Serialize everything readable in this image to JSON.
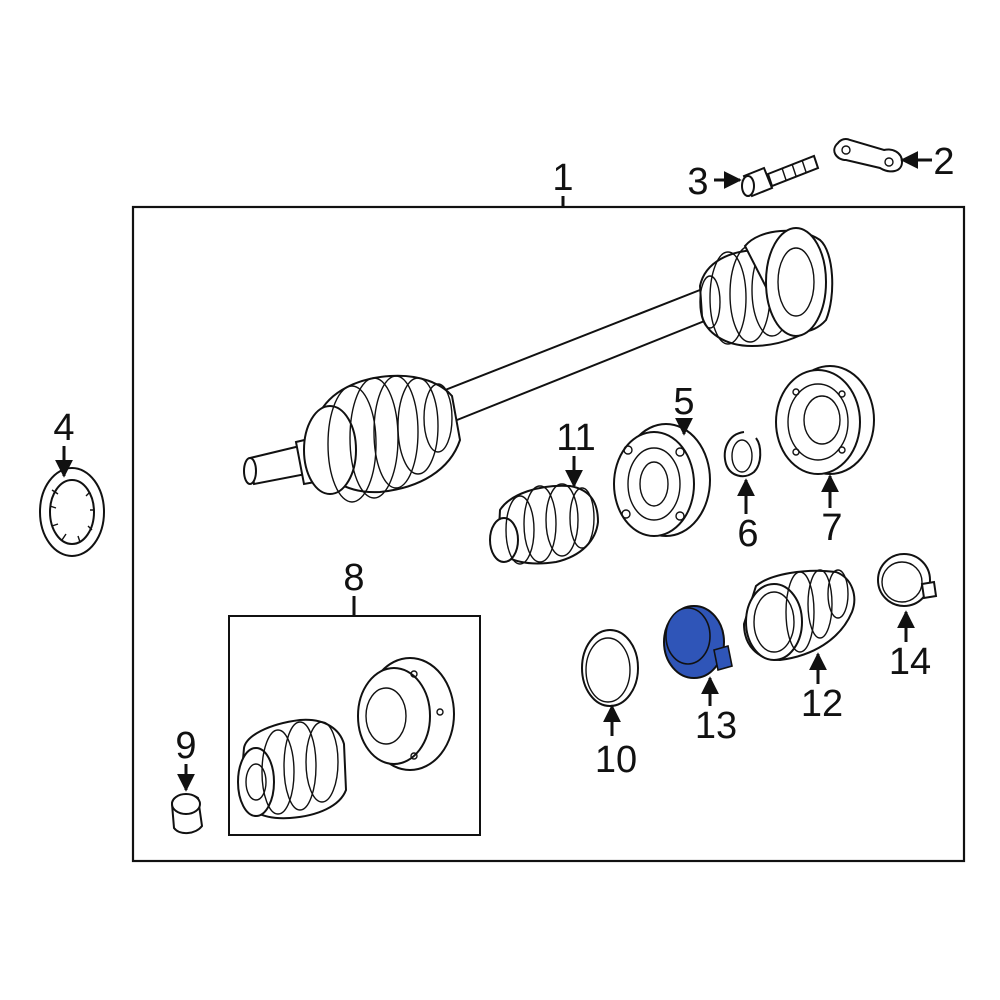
{
  "diagram": {
    "callouts": [
      {
        "id": "1",
        "label": "1"
      },
      {
        "id": "2",
        "label": "2"
      },
      {
        "id": "3",
        "label": "3"
      },
      {
        "id": "4",
        "label": "4"
      },
      {
        "id": "5",
        "label": "5"
      },
      {
        "id": "6",
        "label": "6"
      },
      {
        "id": "7",
        "label": "7"
      },
      {
        "id": "8",
        "label": "8"
      },
      {
        "id": "9",
        "label": "9"
      },
      {
        "id": "10",
        "label": "10"
      },
      {
        "id": "11",
        "label": "11"
      },
      {
        "id": "12",
        "label": "12"
      },
      {
        "id": "13",
        "label": "13"
      },
      {
        "id": "14",
        "label": "14"
      }
    ],
    "highlighted_part": "13",
    "highlight_color": "#2f55b8",
    "line_color": "#111111",
    "background_color": "#ffffff"
  }
}
